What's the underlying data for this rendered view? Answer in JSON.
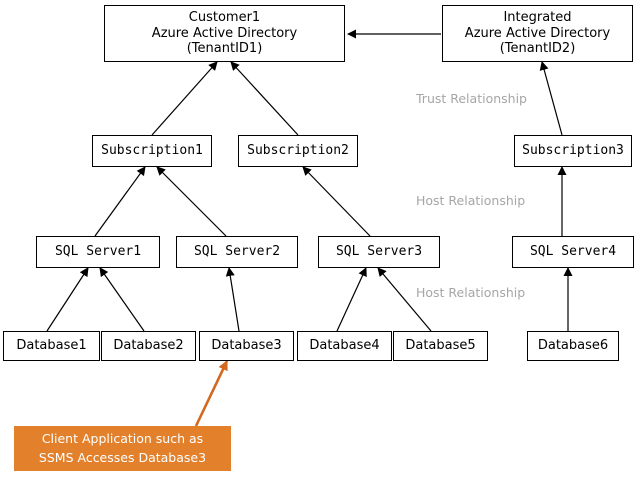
{
  "diagram": {
    "type": "hierarchy-graph",
    "background_color": "#ffffff",
    "accent_color": "#e2802c",
    "edge_color": "#000000",
    "label_color": "#a6a6a6",
    "nodes": {
      "aad1": {
        "label": "Customer1\nAzure Active Directory\n(TenantID1)",
        "line1": "Customer1",
        "line2": "Azure Active Directory",
        "line3": "(TenantID1)"
      },
      "aad2": {
        "label": "Integrated\nAzure Active Directory\n(TenantID2)",
        "line1": "Integrated",
        "line2": "Azure Active Directory",
        "line3": "(TenantID2)"
      },
      "sub1": {
        "label": "Subscription1"
      },
      "sub2": {
        "label": "Subscription2"
      },
      "sub3": {
        "label": "Subscription3"
      },
      "srv1": {
        "label": "SQL Server1"
      },
      "srv2": {
        "label": "SQL Server2"
      },
      "srv3": {
        "label": "SQL Server3"
      },
      "srv4": {
        "label": "SQL Server4"
      },
      "db1": {
        "label": "Database1"
      },
      "db2": {
        "label": "Database2"
      },
      "db3": {
        "label": "Database3"
      },
      "db4": {
        "label": "Database4"
      },
      "db5": {
        "label": "Database5"
      },
      "db6": {
        "label": "Database6"
      }
    },
    "edge_labels": {
      "trust": "Trust Relationship",
      "host_upper": "Host Relationship",
      "host_lower": "Host Relationship"
    },
    "callout": {
      "line1": "Client Application such as",
      "line2": "SSMS Accesses Database3",
      "text": "Client Application such as\nSSMS Accesses Database3",
      "color": "#e2802c"
    },
    "edges": [
      {
        "from": "aad2",
        "to": "aad1",
        "relation": "Trust Relationship"
      },
      {
        "from": "sub1",
        "to": "aad1",
        "relation": "Host Relationship"
      },
      {
        "from": "sub2",
        "to": "aad1",
        "relation": "Host Relationship"
      },
      {
        "from": "sub3",
        "to": "aad2",
        "relation": "Trust Relationship"
      },
      {
        "from": "srv1",
        "to": "sub1",
        "relation": "Host Relationship"
      },
      {
        "from": "srv2",
        "to": "sub1",
        "relation": "Host Relationship"
      },
      {
        "from": "srv3",
        "to": "sub2",
        "relation": "Host Relationship"
      },
      {
        "from": "srv4",
        "to": "sub3",
        "relation": "Host Relationship"
      },
      {
        "from": "db1",
        "to": "srv1",
        "relation": "Host Relationship"
      },
      {
        "from": "db2",
        "to": "srv1",
        "relation": "Host Relationship"
      },
      {
        "from": "db3",
        "to": "srv2",
        "relation": "Host Relationship"
      },
      {
        "from": "db4",
        "to": "srv3",
        "relation": "Host Relationship"
      },
      {
        "from": "db5",
        "to": "srv3",
        "relation": "Host Relationship"
      },
      {
        "from": "db6",
        "to": "srv4",
        "relation": "Host Relationship"
      },
      {
        "from": "callout",
        "to": "db3",
        "relation": "Accesses"
      }
    ]
  }
}
